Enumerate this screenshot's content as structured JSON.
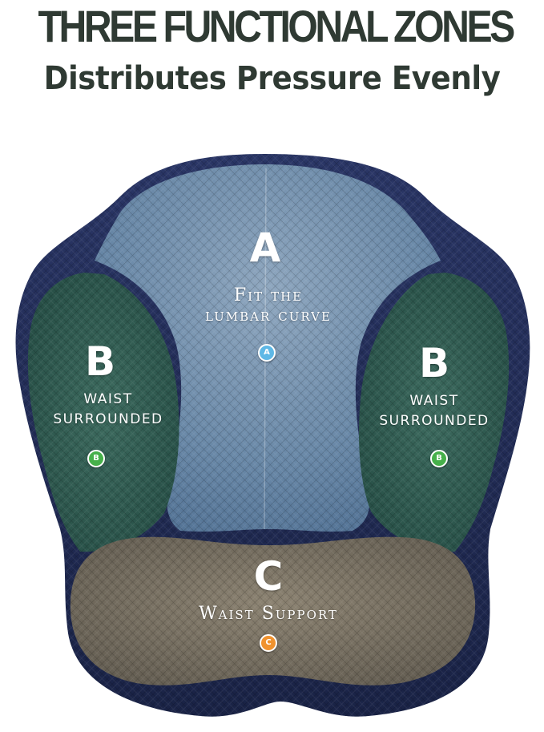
{
  "headline": {
    "title": "THREE FUNCTIONAL ZONES",
    "subtitle": "Distributes Pressure Evenly"
  },
  "zones": {
    "a": {
      "letter": "A",
      "caption_lines": [
        "Fit the",
        "lumbar curve"
      ],
      "badge": "A",
      "badge_color": "#5eb8e6"
    },
    "b_left": {
      "letter": "B",
      "caption_lines": [
        "WAIST",
        "SURROUNDED"
      ],
      "badge": "B",
      "badge_color": "#46b04a"
    },
    "b_right": {
      "letter": "B",
      "caption_lines": [
        "WAIST",
        "SURROUNDED"
      ],
      "badge": "B",
      "badge_color": "#46b04a"
    },
    "c": {
      "letter": "C",
      "caption_lines": [
        "Waist Support"
      ],
      "badge": "C",
      "badge_color": "#f0922e"
    }
  },
  "colors": {
    "cushion_navy": "#1f2a4f",
    "zone_a": "#6d8eae",
    "zone_b": "#2e5a50",
    "zone_c": "#7a7262",
    "headline": "#2f3a33"
  }
}
